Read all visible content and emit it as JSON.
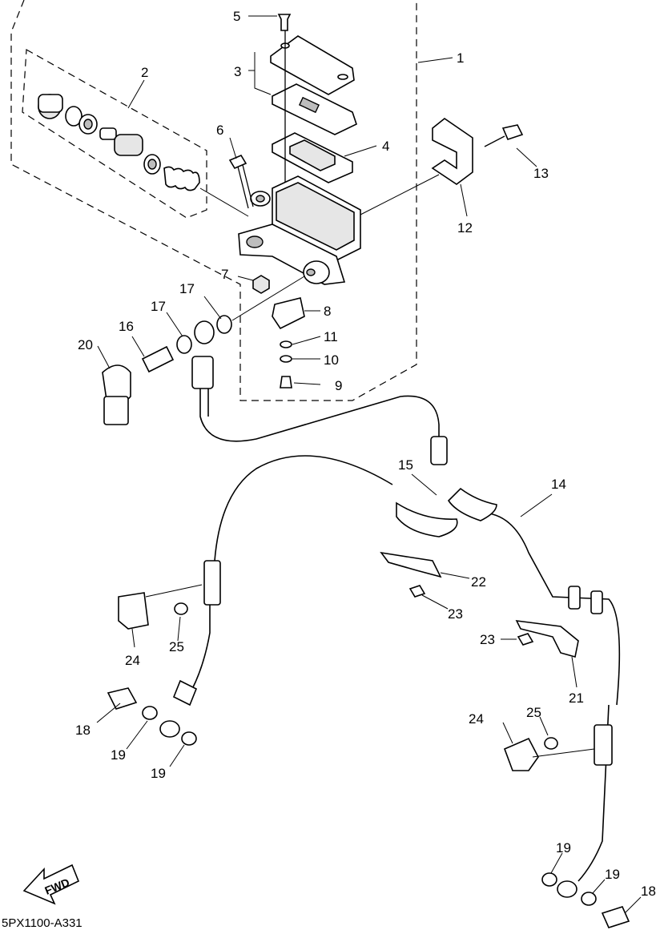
{
  "diagram": {
    "drawing_code": "5PX1100-A331",
    "direction_arrow": {
      "label": "FWD",
      "icon": "forward-arrow-icon"
    },
    "callouts": {
      "c1": "1",
      "c2": "2",
      "c3": "3",
      "c4": "4",
      "c5": "5",
      "c6": "6",
      "c7": "7",
      "c8": "8",
      "c9": "9",
      "c10": "10",
      "c11": "11",
      "c12": "12",
      "c13": "13",
      "c14": "14",
      "c15": "15",
      "c16": "16",
      "c17a": "17",
      "c17b": "17",
      "c18a": "18",
      "c18b": "18",
      "c19a": "19",
      "c19b": "19",
      "c19c": "19",
      "c19d": "19",
      "c20": "20",
      "c21": "21",
      "c22": "22",
      "c23a": "23",
      "c23b": "23",
      "c24a": "24",
      "c24b": "24",
      "c25a": "25",
      "c25b": "25"
    }
  }
}
